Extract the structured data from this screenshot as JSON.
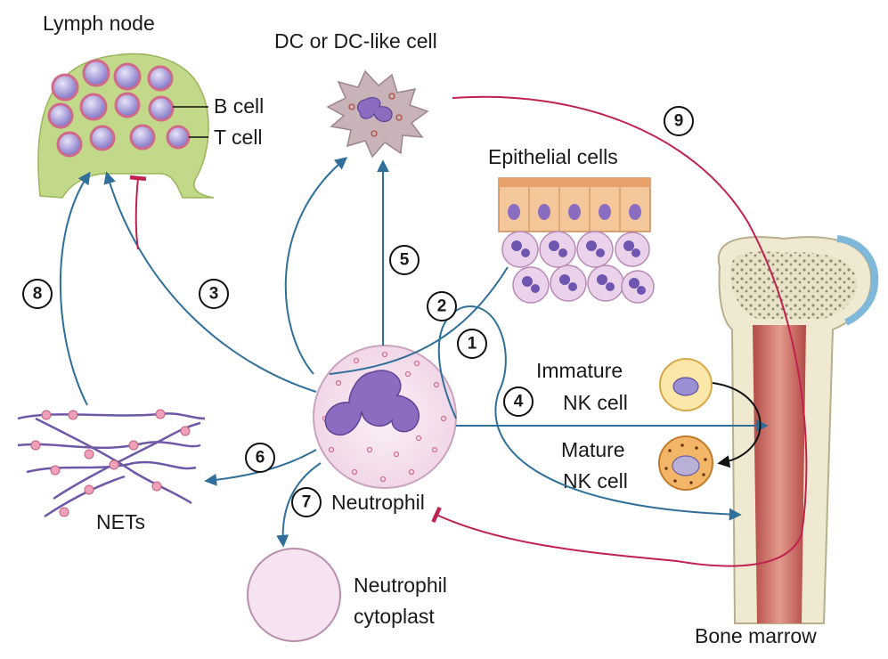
{
  "labels": {
    "lymph_node": "Lymph node",
    "b_cell": "B cell",
    "t_cell": "T cell",
    "dc": "DC or DC-like cell",
    "epithelial": "Epithelial cells",
    "immature_nk_1": "Immature",
    "immature_nk_2": "NK cell",
    "mature_nk_1": "Mature",
    "mature_nk_2": "NK cell",
    "neutrophil": "Neutrophil",
    "nets": "NETs",
    "cytoplast_1": "Neutrophil",
    "cytoplast_2": "cytoplast",
    "bone_marrow": "Bone marrow"
  },
  "steps": [
    "1",
    "2",
    "3",
    "4",
    "5",
    "6",
    "7",
    "8",
    "9"
  ],
  "colors": {
    "blue_arrow": "#2f6f9a",
    "red_line": "#c0224f",
    "black_arrow": "#111111",
    "lymph_green": "#c3d98a",
    "neutrophil_pink": "#f6e0ee",
    "nucleus_purple": "#8a6cc0",
    "bone_red": "#c9625a"
  }
}
